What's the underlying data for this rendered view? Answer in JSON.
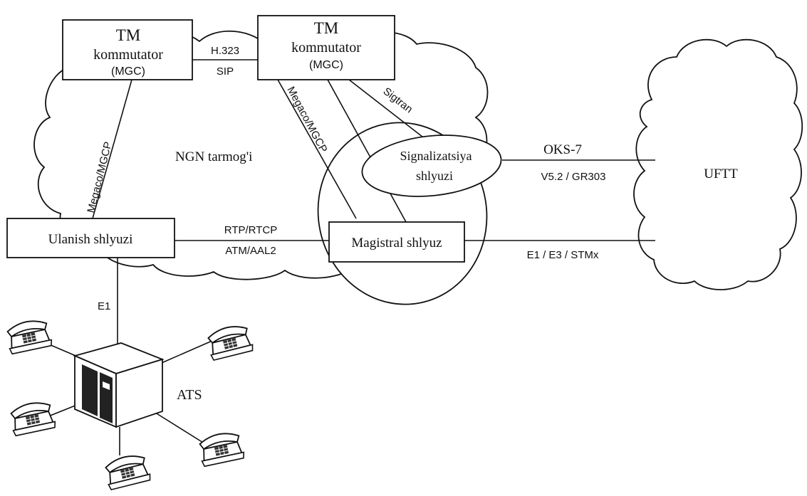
{
  "nodes": {
    "mgc_left": {
      "line1": "TM",
      "line2": "kommutator",
      "line3": "(MGC)"
    },
    "mgc_right": {
      "line1": "TM",
      "line2": "kommutator",
      "line3": "(MGC)"
    },
    "access_gateway": "Ulanish shlyuzi",
    "trunk_gateway": "Magistral shlyuz",
    "signaling_gateway": {
      "line1": "Signalizatsiya",
      "line2": "shlyuzi"
    },
    "ngn_network": "NGN tarmog'i",
    "pstn": "UFTT",
    "ats": "ATS"
  },
  "links": {
    "mgc_to_mgc_top": "H.323",
    "mgc_to_mgc_bottom": "SIP",
    "left_mgc_control": "Megaco/MGCP",
    "right_mgc_control": "Megaco/MGCP",
    "sigtran": "Sigtran",
    "media_top": "RTP/RTCP",
    "media_bottom": "ATM/AAL2",
    "oks7": "OKS-7",
    "v52": "V5.2 / GR303",
    "trunk_pstn": "E1 / E3 / STMx",
    "access_ats": "E1"
  },
  "icons": [
    "telephone-icon",
    "exchange-cabinet-icon",
    "cloud-icon"
  ]
}
